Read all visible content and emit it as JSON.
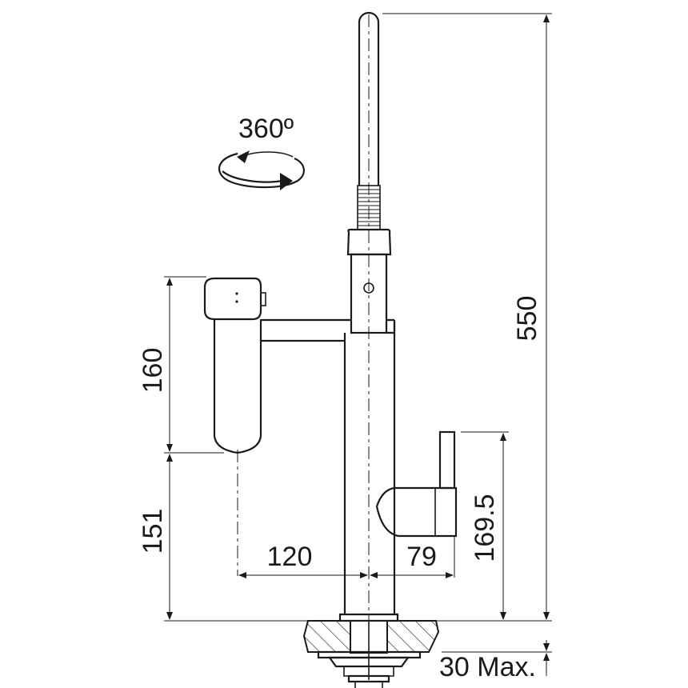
{
  "rotation": {
    "label": "360º"
  },
  "dimensions": {
    "total_height": "550",
    "head_height": "160",
    "spout_clearance": "151",
    "spout_reach": "120",
    "handle_offset": "79",
    "handle_height": "169.5",
    "deck_thickness": "30 Max."
  }
}
